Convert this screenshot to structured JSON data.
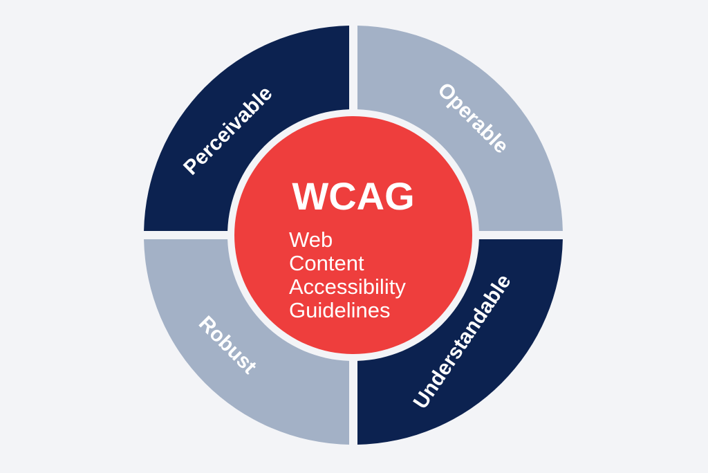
{
  "colors": {
    "background": "#f3f4f7",
    "dark_quadrant": "#0c2250",
    "light_quadrant": "#a3b1c6",
    "center": "#ee3e3d",
    "text": "#ffffff"
  },
  "center": {
    "title": "WCAG",
    "subtitle_lines": [
      "Web",
      "Content",
      "Accessibility",
      "Guidelines"
    ]
  },
  "quadrants": [
    {
      "position": "top-left",
      "label": "Perceivable",
      "shade": "dark"
    },
    {
      "position": "top-right",
      "label": "Operable",
      "shade": "light"
    },
    {
      "position": "bottom-right",
      "label": "Understandable",
      "shade": "dark"
    },
    {
      "position": "bottom-left",
      "label": "Robust",
      "shade": "light"
    }
  ]
}
